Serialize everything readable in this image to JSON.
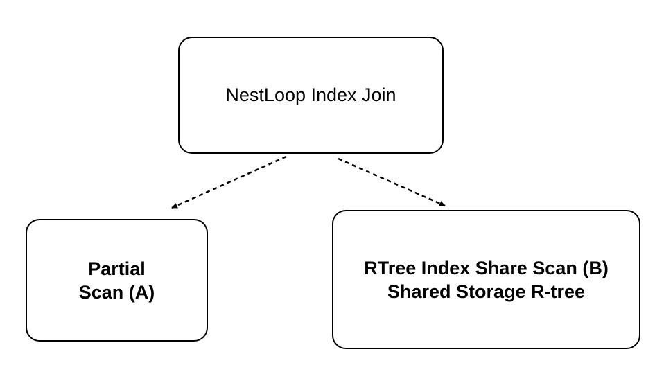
{
  "diagram": {
    "root": {
      "label": "NestLoop Index Join"
    },
    "left_child": {
      "line1": "Partial",
      "line2": "Scan (A)"
    },
    "right_child": {
      "line1": "RTree Index Share Scan (B)",
      "line2": "Shared Storage R-tree"
    },
    "edges": [
      {
        "from": "root",
        "to": "left_child",
        "style": "dashed-arrow"
      },
      {
        "from": "root",
        "to": "right_child",
        "style": "dashed-arrow"
      }
    ],
    "colors": {
      "stroke": "#000000",
      "background": "#ffffff"
    }
  }
}
